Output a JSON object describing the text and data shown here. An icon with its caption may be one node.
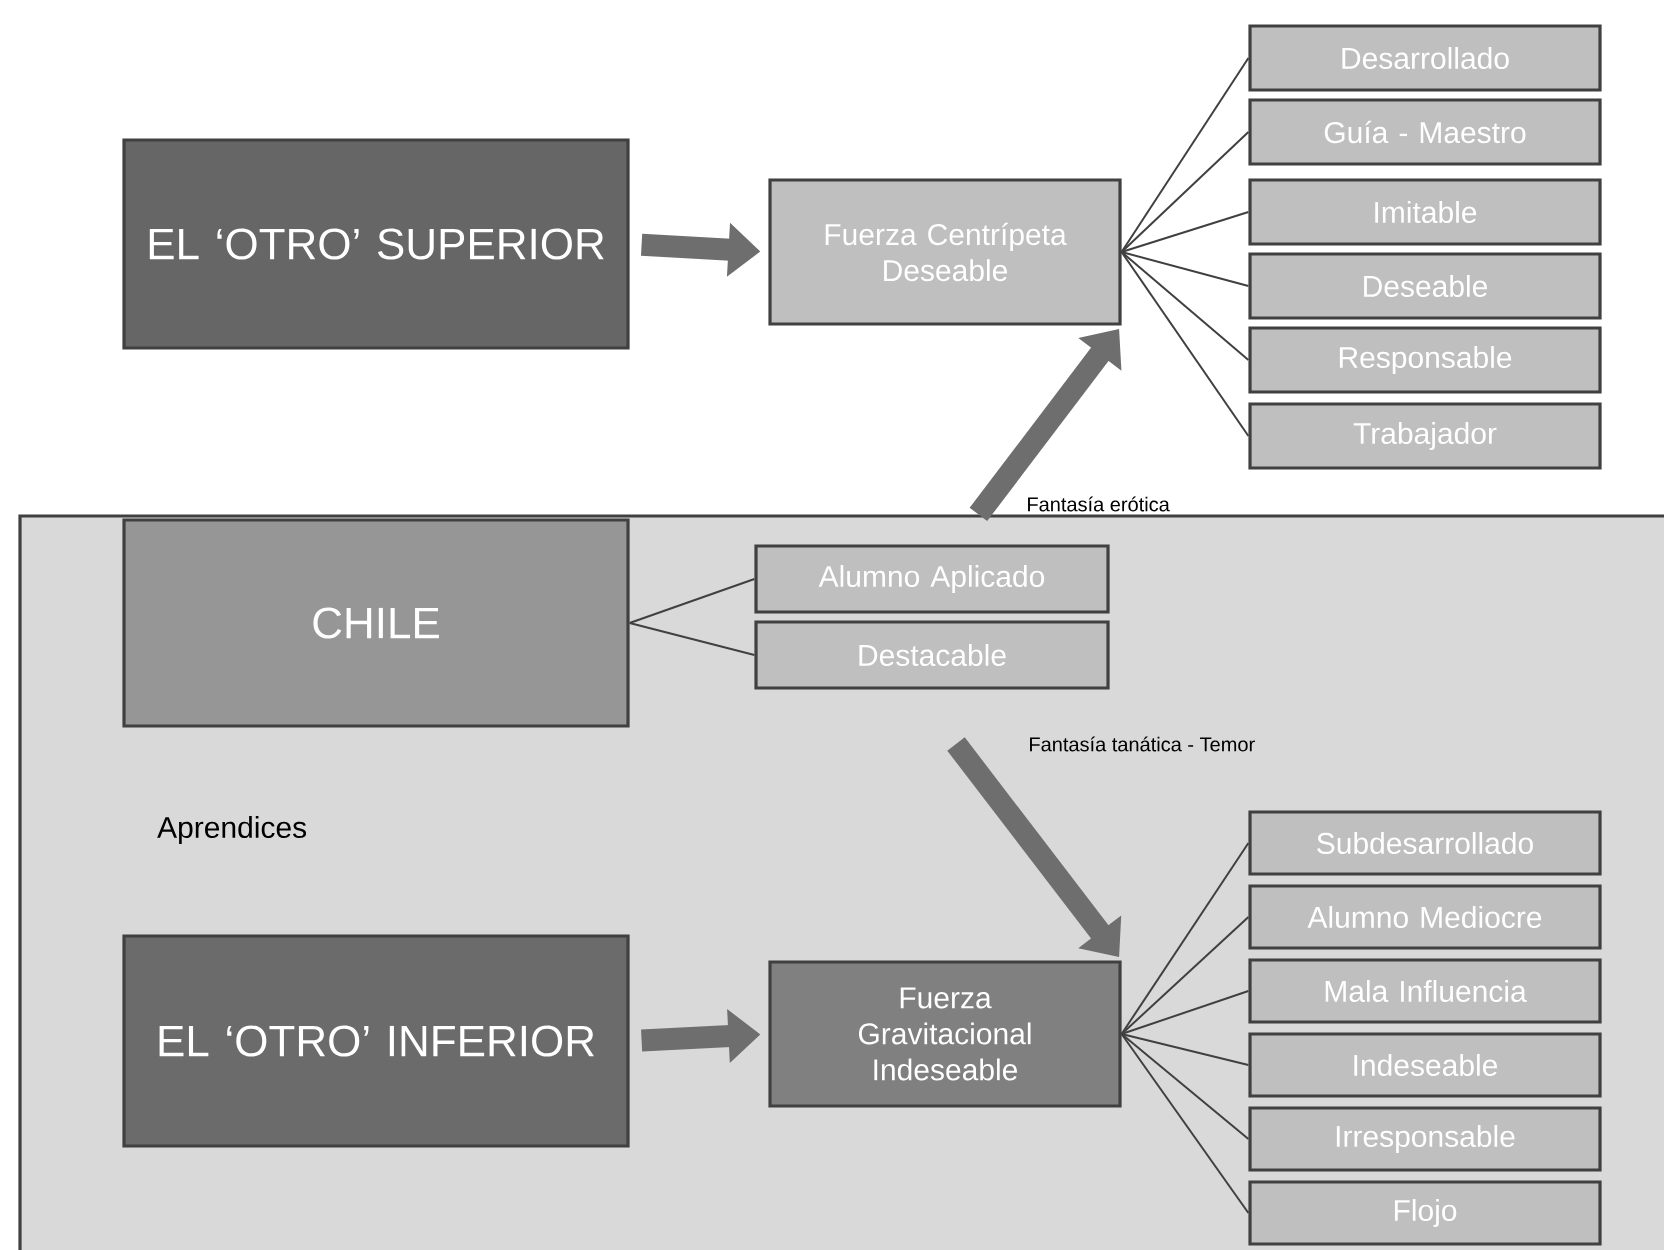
{
  "diagram": {
    "nodes": [
      {
        "text": [
          "EL ‘OTRO’ SUPERIOR"
        ]
      },
      {
        "text": [
          "Fuerza Centrípeta Deseable"
        ]
      },
      {
        "text": [
          "Desarrollado"
        ]
      },
      {
        "text": [
          "Guía - Maestro"
        ]
      },
      {
        "text": [
          "Imitable"
        ]
      },
      {
        "text": [
          "Deseable"
        ]
      },
      {
        "text": [
          "Responsable"
        ]
      },
      {
        "text": [
          "Trabajador"
        ]
      },
      {
        "text": [],
        "shape": "box"
      },
      {
        "text": [
          "CHILE"
        ],
        "in": 8
      },
      {
        "text": [
          "Alumno Aplicado"
        ],
        "in": 8
      },
      {
        "text": [
          "Destacable"
        ],
        "in": 8
      },
      {
        "text": [
          "EL ‘OTRO’ INFERIOR"
        ],
        "in": 8
      },
      {
        "text": [
          "Fuerza Gravitacional Indeseable"
        ],
        "in": 8
      },
      {
        "text": [
          "Subdesarrollado"
        ],
        "in": 8
      },
      {
        "text": [
          "Alumno Mediocre"
        ],
        "in": 8
      },
      {
        "text": [
          "Mala Influencia"
        ],
        "in": 8
      },
      {
        "text": [
          "Indeseable"
        ],
        "in": 8
      },
      {
        "text": [
          "Irresponsable"
        ],
        "in": 8
      },
      {
        "text": [
          "Flojo"
        ],
        "in": 8
      }
    ],
    "edges": [
      {
        "from": 0,
        "to": 1,
        "arrow": "to",
        "style": "thick"
      },
      {
        "from": 1,
        "to": 2,
        "arrow": "none"
      },
      {
        "from": 1,
        "to": 3,
        "arrow": "none"
      },
      {
        "from": 1,
        "to": 4,
        "arrow": "none"
      },
      {
        "from": 1,
        "to": 5,
        "arrow": "none"
      },
      {
        "from": 1,
        "to": 6,
        "arrow": "none"
      },
      {
        "from": 1,
        "to": 7,
        "arrow": "none"
      },
      {
        "from": 8,
        "to": 1,
        "arrow": "to",
        "style": "thick",
        "label": "Fantasía erótica"
      },
      {
        "from": 9,
        "to": 10,
        "arrow": "none"
      },
      {
        "from": 9,
        "to": 11,
        "arrow": "none"
      },
      {
        "from": null,
        "to": 13,
        "arrow": "to",
        "style": "thick",
        "label": "Fantasía tanática - Temor"
      },
      {
        "from": 12,
        "to": 13,
        "arrow": "to",
        "style": "thick"
      },
      {
        "from": 13,
        "to": 14,
        "arrow": "none"
      },
      {
        "from": 13,
        "to": 15,
        "arrow": "none"
      },
      {
        "from": 13,
        "to": 16,
        "arrow": "none"
      },
      {
        "from": 13,
        "to": 17,
        "arrow": "none"
      },
      {
        "from": 13,
        "to": 18,
        "arrow": "none"
      },
      {
        "from": 13,
        "to": 19,
        "arrow": "none"
      }
    ],
    "labels": [
      "Aprendices"
    ]
  }
}
